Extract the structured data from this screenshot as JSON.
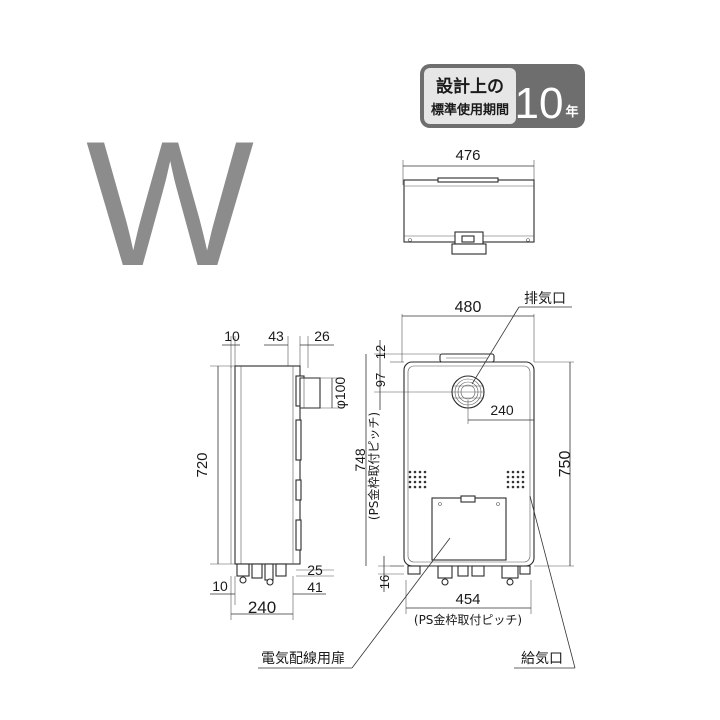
{
  "model_letter": "W",
  "badge": {
    "line1": "設計上の",
    "line2": "標準使用期間",
    "years_number": "10",
    "years_unit": "年",
    "colors": {
      "dark": "#6e6e6e",
      "light": "#e6e6e6"
    }
  },
  "top_view": {
    "width_label": "476"
  },
  "side_view": {
    "dims": {
      "top_10": "10",
      "top_43": "43",
      "top_26": "26",
      "height_720": "720",
      "pipe_100": "φ100",
      "bottom_25": "25",
      "bottom_10": "10",
      "bottom_41": "41",
      "bottom_240": "240"
    }
  },
  "front_view": {
    "dims": {
      "width_480": "480",
      "top_12": "12",
      "offset_97": "97",
      "offset_240": "240",
      "height_748": "748",
      "height_750": "750",
      "bottom_16": "16",
      "width_454": "454"
    },
    "ps_pitch_vertical": "(PS金枠取付ピッチ)",
    "ps_pitch_horizontal": "(PS金枠取付ピッチ)"
  },
  "callouts": {
    "exhaust": "排気口",
    "wiring_door": "電気配線用扉",
    "intake": "給気口"
  },
  "colors": {
    "letter": "#8c8c8c",
    "line": "#2b2b2b"
  }
}
